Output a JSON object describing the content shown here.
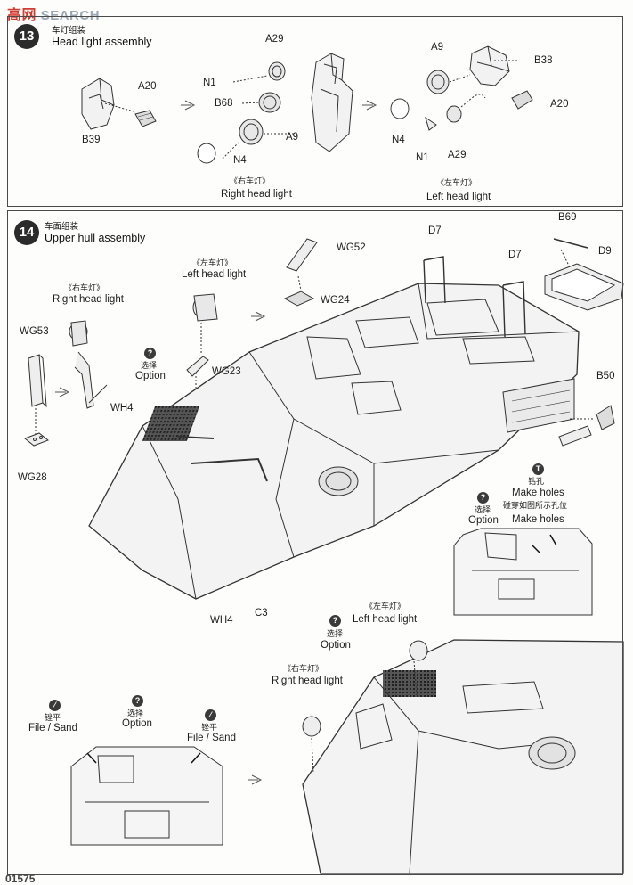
{
  "watermark": {
    "prefix": "高",
    "text": "SEARCH",
    "middle": "网"
  },
  "step13": {
    "number": "13",
    "title_cn": "车灯组装",
    "title_en": "Head light assembly",
    "parts_left": [
      "B39",
      "A20"
    ],
    "parts_right_light": [
      "A29",
      "N1",
      "B68",
      "A9",
      "N4"
    ],
    "parts_left_light": [
      "A9",
      "B38",
      "A20",
      "N4",
      "N1",
      "A29"
    ],
    "caption_right_cn": "《右车灯》",
    "caption_right_en": "Right head light",
    "caption_left_cn": "《左车灯》",
    "caption_left_en": "Left head light"
  },
  "step14": {
    "number": "14",
    "title_cn": "车面组装",
    "title_en": "Upper hull assembly",
    "labels": {
      "wg53": "WG53",
      "wg28": "WG28",
      "wh4_a": "WH4",
      "wh4_b": "WH4",
      "c3": "C3",
      "wg23": "WG23",
      "wg52": "WG52",
      "wg24": "WG24",
      "d7_a": "D7",
      "d7_b": "D7",
      "b69": "B69",
      "d9": "D9",
      "b50": "B50"
    },
    "right_light_cn": "《右车灯》",
    "right_light_en": "Right head light",
    "left_light_cn": "《左车灯》",
    "left_light_en": "Left head light",
    "option_cn": "选择",
    "option_en": "Option",
    "make_holes_cn": "钻孔",
    "make_holes_en": "Make holes",
    "make_holes2_cn": "碰穿如图所示孔位",
    "make_holes2_en": "Make holes",
    "file_cn": "锉平",
    "file_en": "File / Sand",
    "option_badge": "?",
    "drill_badge": "T",
    "file_badge": "⁄"
  },
  "footer": {
    "catalog": "01575"
  }
}
